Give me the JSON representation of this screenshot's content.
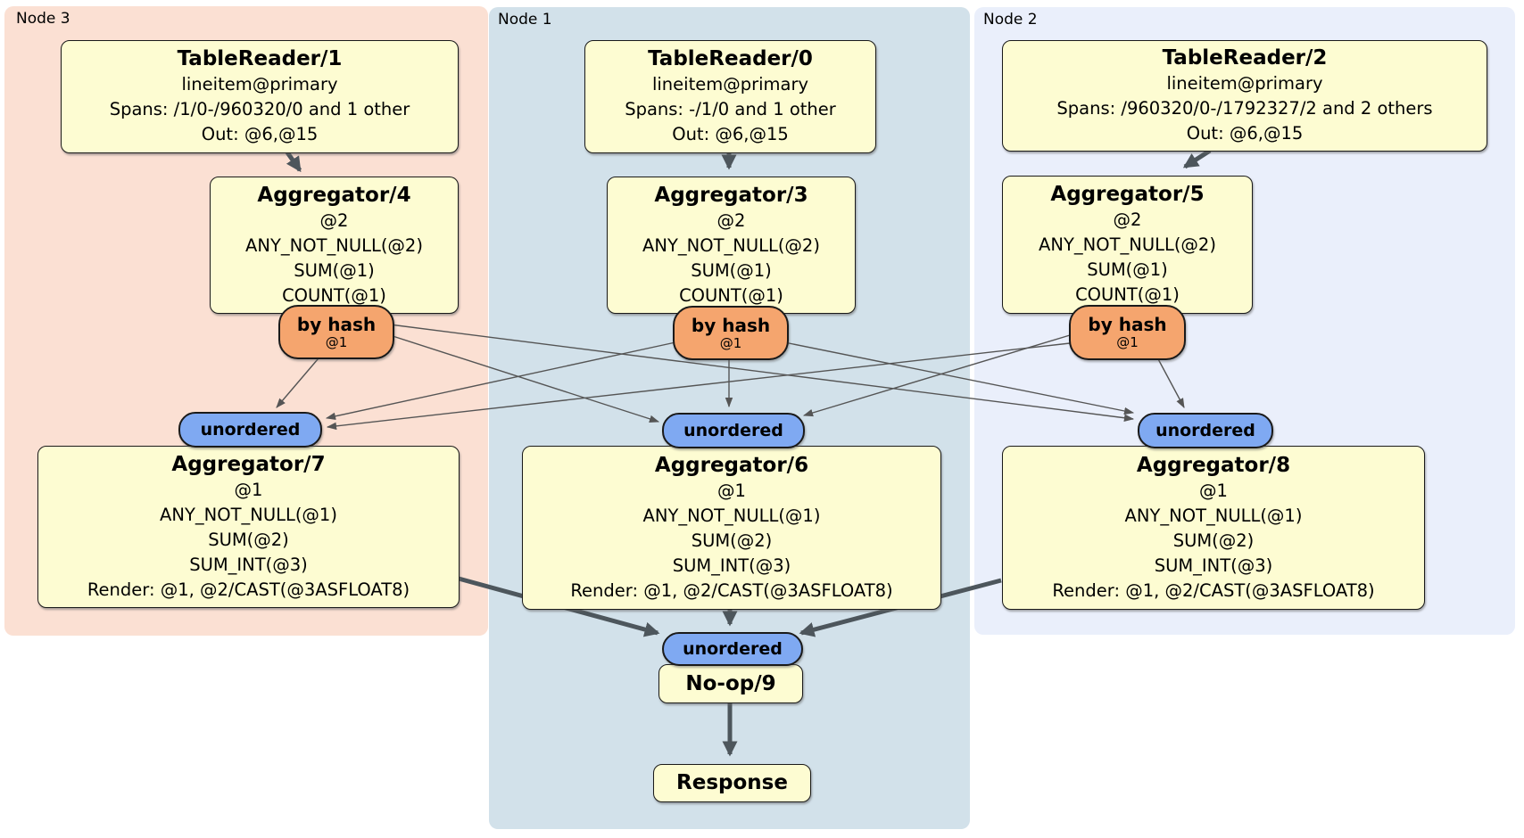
{
  "regions": [
    {
      "label": "Node 3"
    },
    {
      "label": "Node 1"
    },
    {
      "label": "Node 2"
    }
  ],
  "boxes": {
    "tablereader1": {
      "title": "TableReader/1",
      "lines": [
        "lineitem@primary",
        "Spans: /1/0-/960320/0 and 1 other",
        "Out: @6,@15"
      ]
    },
    "tablereader0": {
      "title": "TableReader/0",
      "lines": [
        "lineitem@primary",
        "Spans: -/1/0 and 1 other",
        "Out: @6,@15"
      ]
    },
    "tablereader2": {
      "title": "TableReader/2",
      "lines": [
        "lineitem@primary",
        "Spans: /960320/0-/1792327/2 and 2 others",
        "Out: @6,@15"
      ]
    },
    "aggregator4": {
      "title": "Aggregator/4",
      "lines": [
        "@2",
        "ANY_NOT_NULL(@2)",
        "SUM(@1)",
        "COUNT(@1)"
      ]
    },
    "aggregator3": {
      "title": "Aggregator/3",
      "lines": [
        "@2",
        "ANY_NOT_NULL(@2)",
        "SUM(@1)",
        "COUNT(@1)"
      ]
    },
    "aggregator5": {
      "title": "Aggregator/5",
      "lines": [
        "@2",
        "ANY_NOT_NULL(@2)",
        "SUM(@1)",
        "COUNT(@1)"
      ]
    },
    "aggregator7": {
      "title": "Aggregator/7",
      "lines": [
        "@1",
        "ANY_NOT_NULL(@1)",
        "SUM(@2)",
        "SUM_INT(@3)",
        "Render: @1, @2/CAST(@3ASFLOAT8)"
      ]
    },
    "aggregator6": {
      "title": "Aggregator/6",
      "lines": [
        "@1",
        "ANY_NOT_NULL(@1)",
        "SUM(@2)",
        "SUM_INT(@3)",
        "Render: @1, @2/CAST(@3ASFLOAT8)"
      ]
    },
    "aggregator8": {
      "title": "Aggregator/8",
      "lines": [
        "@1",
        "ANY_NOT_NULL(@1)",
        "SUM(@2)",
        "SUM_INT(@3)",
        "Render: @1, @2/CAST(@3ASFLOAT8)"
      ]
    },
    "noop9": {
      "title": "No-op/9"
    },
    "response": {
      "title": "Response"
    }
  },
  "ovals": {
    "byhash": {
      "label": "by hash",
      "sub": "@1"
    },
    "unordered": {
      "label": "unordered"
    }
  },
  "colors": {
    "node3_bg": "#fbe0d3",
    "node1_bg": "#d2e1ea",
    "node2_bg": "#eaeffb",
    "box_bg": "#fdfcd2",
    "byhash_bg": "#f5a56e",
    "unordered_bg": "#7fa9f2",
    "border": "#1a1a1a",
    "arrow": "#4d565c"
  }
}
